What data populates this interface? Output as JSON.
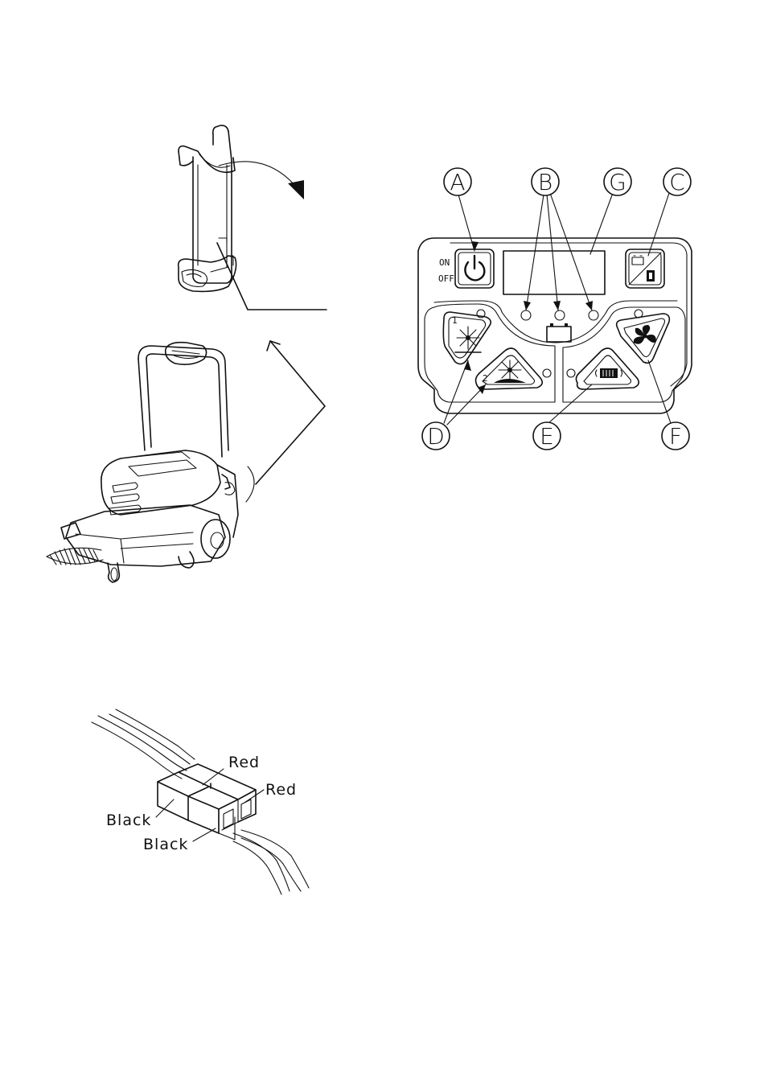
{
  "control_panel": {
    "callouts": {
      "a": "A",
      "b": "B",
      "g": "G",
      "c": "C",
      "d": "D",
      "e": "E",
      "f": "F"
    },
    "on_label": "ON",
    "off_label": "OFF",
    "brush_1_number": "1",
    "brush_2_number": "2"
  },
  "wiring": {
    "red_label_1": "Red",
    "red_label_2": "Red",
    "black_label_1": "Black",
    "black_label_2": "Black"
  }
}
